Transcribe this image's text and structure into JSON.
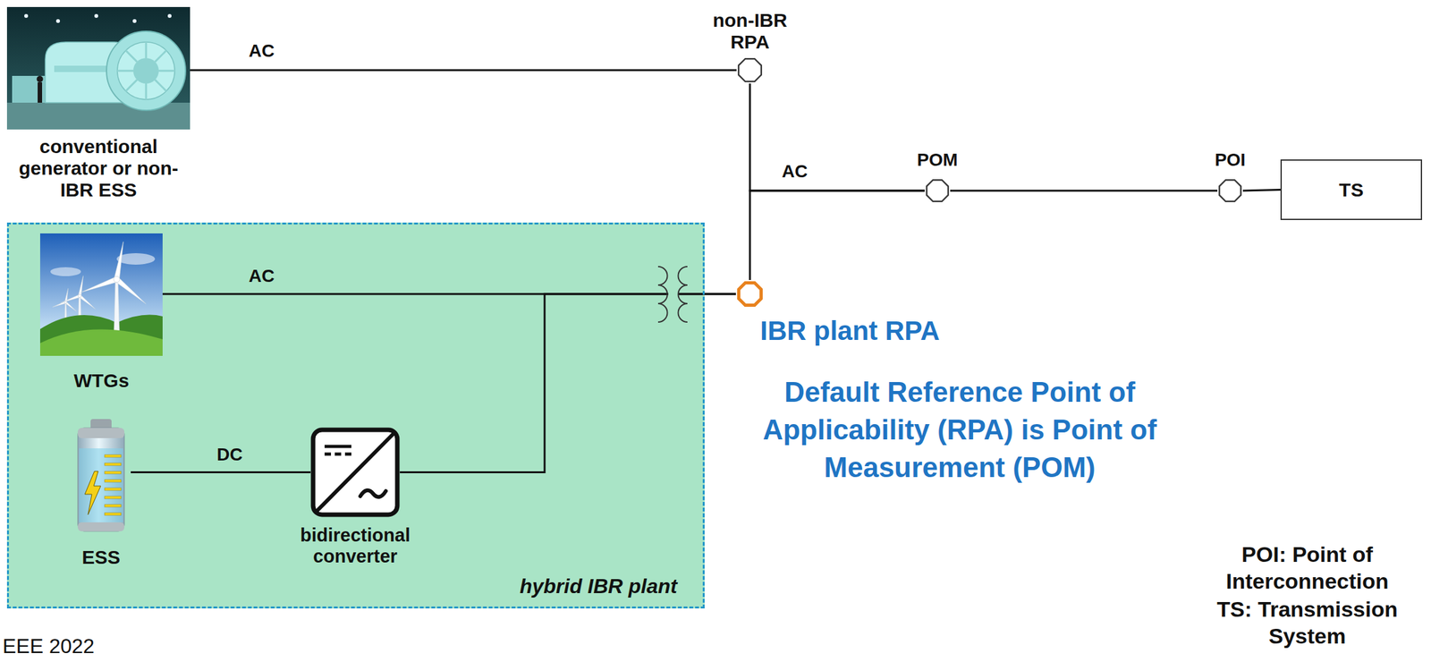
{
  "diagram": {
    "nodes": [
      {
        "text": [
          "conventional generator or non-IBR ESS"
        ]
      },
      {
        "text": [
          "non-IBR RPA"
        ]
      },
      {
        "text": [
          "POM"
        ]
      },
      {
        "text": [
          "POI"
        ]
      },
      {
        "text": [
          "TS"
        ]
      },
      {
        "text": [
          "hybrid IBR plant"
        ]
      },
      {
        "text": [
          "WTGs"
        ],
        "in": 5
      },
      {
        "text": [
          "ESS"
        ],
        "in": 5
      },
      {
        "text": [
          "bidirectional converter"
        ],
        "in": 5
      },
      {
        "text": [
          "IBR plant RPA"
        ]
      }
    ],
    "edges": [
      {
        "from": 0,
        "to": 1,
        "label": "AC",
        "arrow": "none"
      },
      {
        "from": 1,
        "to": 2,
        "label": "AC",
        "arrow": "none"
      },
      {
        "from": 9,
        "to": 2,
        "arrow": "none"
      },
      {
        "from": 2,
        "to": 3,
        "arrow": "none"
      },
      {
        "from": 3,
        "to": 4,
        "arrow": "none"
      },
      {
        "from": 6,
        "to": 9,
        "label": "AC",
        "arrow": "none"
      },
      {
        "from": 7,
        "to": 8,
        "label": "DC",
        "arrow": "none"
      },
      {
        "from": 8,
        "to": 9,
        "arrow": "none"
      }
    ],
    "labels": [
      "Default Reference Point of Applicability (RPA) is Point of Measurement (POM)",
      "POI: Point of Interconnection",
      "TS: Transmission System",
      "EEE 2022"
    ]
  }
}
